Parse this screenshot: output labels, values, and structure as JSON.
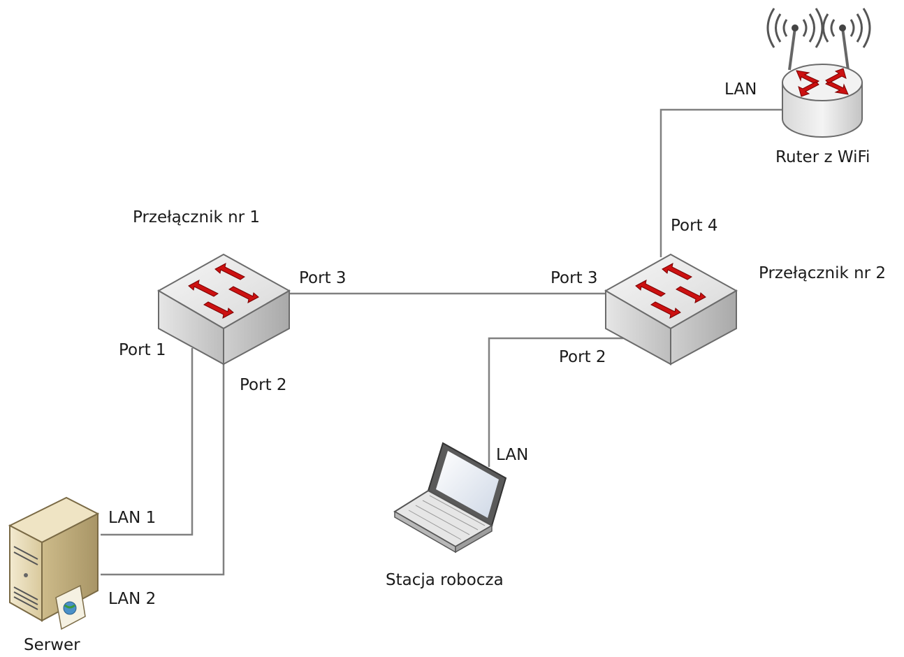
{
  "devices": {
    "switch1": {
      "label": "Przełącznik nr 1"
    },
    "switch2": {
      "label": "Przełącznik nr 2"
    },
    "router": {
      "label": "Ruter z WiFi"
    },
    "workstation": {
      "label": "Stacja robocza"
    },
    "server": {
      "label": "Serwer"
    }
  },
  "ports": {
    "sw1_port1": "Port 1",
    "sw1_port2": "Port 2",
    "sw1_port3": "Port 3",
    "sw2_port2": "Port 2",
    "sw2_port3": "Port 3",
    "sw2_port4": "Port 4"
  },
  "links": {
    "server_lan1": "LAN 1",
    "server_lan2": "LAN 2",
    "router_lan": "LAN",
    "workstation_lan": "LAN"
  },
  "colors": {
    "cable": "#808080",
    "arrow_red": "#cc1111",
    "switch_top": "#ececec",
    "switch_side": "#c9c9c9",
    "server_body": "#e8dcb8"
  }
}
